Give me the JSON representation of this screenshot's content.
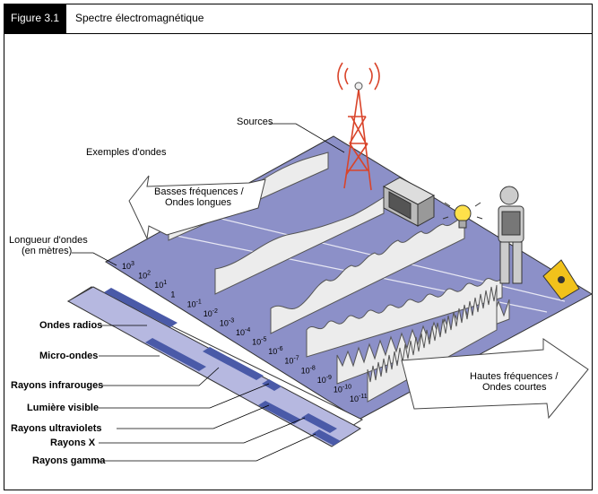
{
  "header": {
    "figure_number": "Figure 3.1",
    "title": "Spectre électromagnétique"
  },
  "labels": {
    "sources": "Sources",
    "exemples": "Exemples d'ondes",
    "basses_line1": "Basses fréquences /",
    "basses_line2": "Ondes longues",
    "hautes_line1": "Hautes fréquences /",
    "hautes_line2": "Ondes courtes",
    "longueur_line1": "Longueur d'ondes",
    "longueur_line2": "(en mètres)"
  },
  "bands": [
    {
      "label": "Ondes radios"
    },
    {
      "label": "Micro-ondes"
    },
    {
      "label": "Rayons infrarouges"
    },
    {
      "label": "Lumière visible"
    },
    {
      "label": "Rayons ultraviolets"
    },
    {
      "label": "Rayons X"
    },
    {
      "label": "Rayons gamma"
    }
  ],
  "wavelength_ticks": [
    {
      "base": "10",
      "exp": "3"
    },
    {
      "base": "10",
      "exp": "2"
    },
    {
      "base": "10",
      "exp": "1"
    },
    {
      "base": "1",
      "exp": ""
    },
    {
      "base": "10",
      "exp": "-1"
    },
    {
      "base": "10",
      "exp": "-2"
    },
    {
      "base": "10",
      "exp": "-3"
    },
    {
      "base": "10",
      "exp": "-4"
    },
    {
      "base": "10",
      "exp": "-5"
    },
    {
      "base": "10",
      "exp": "-6"
    },
    {
      "base": "10",
      "exp": "-7"
    },
    {
      "base": "10",
      "exp": "-8"
    },
    {
      "base": "10",
      "exp": "-9"
    },
    {
      "base": "10",
      "exp": "-10"
    },
    {
      "base": "10",
      "exp": "-11"
    }
  ],
  "colors": {
    "plane": "#8c90c8",
    "strip": "#b6b8e0",
    "band": "#4a5aa8",
    "wave": "#ececec",
    "tower": "#d9442a"
  }
}
